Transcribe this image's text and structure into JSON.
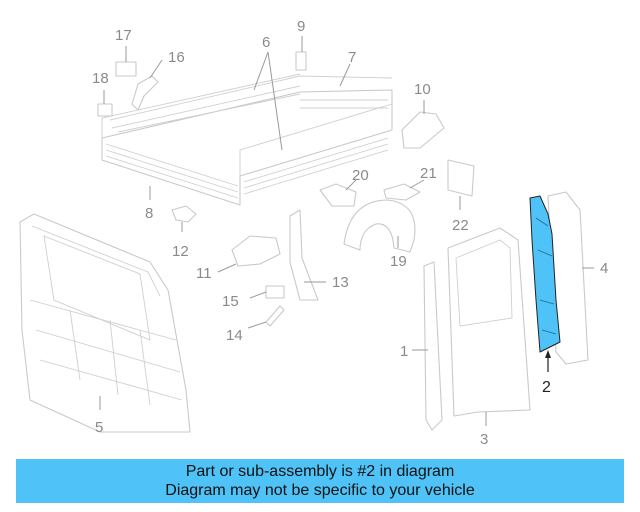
{
  "callouts": [
    "1",
    "2",
    "3",
    "4",
    "5",
    "6",
    "7",
    "8",
    "9",
    "10",
    "11",
    "12",
    "13",
    "14",
    "15",
    "16",
    "17",
    "18",
    "19",
    "20",
    "21",
    "22"
  ],
  "highlight": {
    "part": "2",
    "color": "#4fc3f7"
  },
  "banner": {
    "line1": "Part or sub-assembly is #2 in diagram",
    "line2": "Diagram may not be specific to your vehicle",
    "color": "#4fc3f7"
  }
}
